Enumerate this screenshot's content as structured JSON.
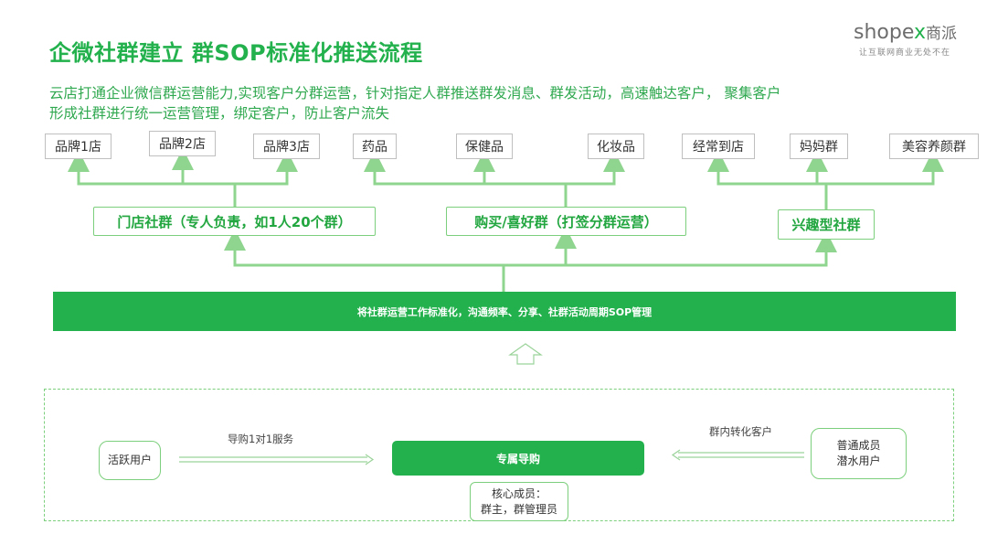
{
  "header": {
    "title": "企微社群建立 群SOP标准化推送流程",
    "description_line1": "云店打通企业微信群运营能力,实现客户分群运营，针对指定人群推送群发消息、群发活动，高速触达客户，  聚集客户",
    "description_line2": "形成社群进行统一运营管理，绑定客户，防止客户流失"
  },
  "logo": {
    "brand_prefix": "shope",
    "brand_x": "x",
    "brand_cn": "商派",
    "tagline": "让互联网商业无处不在"
  },
  "diagram": {
    "groups": [
      {
        "label": "门店社群（专人负责，如1人20个群）",
        "children": [
          "品牌1店",
          "品牌2店",
          "品牌3店"
        ]
      },
      {
        "label": "购买/喜好群（打签分群运营）",
        "children": [
          "药品",
          "保健品",
          "化妆品"
        ]
      },
      {
        "label": "兴趣型社群",
        "children": [
          "经常到店",
          "妈妈群",
          "美容养颜群"
        ]
      }
    ],
    "sop_bar": "将社群运营工作标准化，沟通频率、分享、社群活动周期SOP管理",
    "bottom": {
      "left_node": "活跃用户",
      "left_arrow_label": "导购1对1服务",
      "center_node": "专属导购",
      "right_node_line1": "普通成员",
      "right_node_line2": "潜水用户",
      "right_arrow_label": "群内转化客户",
      "core_line1": "核心成员：",
      "core_line2": "群主，群管理员"
    }
  },
  "colors": {
    "accent": "#22b14c",
    "light_accent": "#7ccf7c",
    "box_border": "#bfbfbf"
  }
}
